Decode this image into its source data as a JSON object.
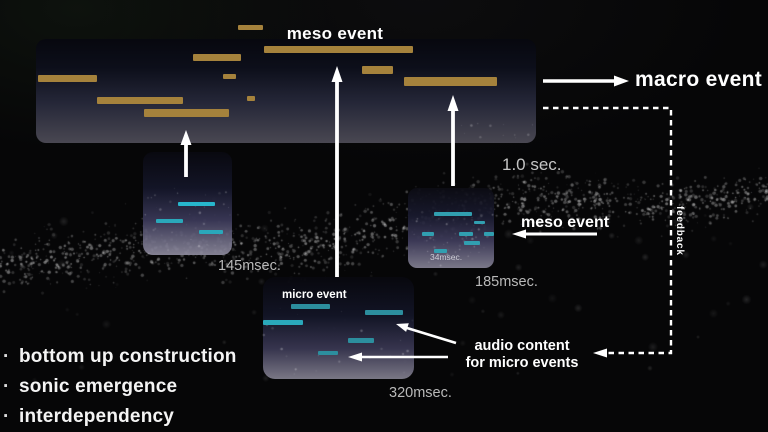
{
  "palette": {
    "gold": "#a5823c",
    "teal": "#2c8e9e",
    "teal2": "#319fb0",
    "cyan": "#27b6cc",
    "cyan2": "#2aa8ba"
  },
  "diagram": {
    "meso_event_top": "meso event",
    "macro_event": "macro event",
    "macro_duration": "1.0 sec.",
    "meso_event_right": "meso event",
    "micro_event": "micro event",
    "audio_content_line1": "audio content",
    "audio_content_line2": "for micro events",
    "feedback": "feedback",
    "durations": {
      "box_left": "145msec.",
      "box_mid": "185msec.",
      "box_mid_inner": "34msec.",
      "box_micro": "320msec."
    }
  },
  "bullets": [
    {
      "marker": "·",
      "label": "bottom up construction"
    },
    {
      "marker": "·",
      "label": "sonic emergence"
    },
    {
      "marker": "·",
      "label": "interdependency"
    }
  ],
  "note_groups": [
    {
      "name": "macro-box-notes",
      "color": "gold",
      "bars": [
        [
          238,
          25,
          25,
          5
        ],
        [
          264,
          46,
          149,
          7
        ],
        [
          193,
          54,
          48,
          7
        ],
        [
          223,
          74,
          13,
          5
        ],
        [
          362,
          66,
          31,
          8
        ],
        [
          404,
          77,
          93,
          9
        ],
        [
          38,
          75,
          59,
          7
        ],
        [
          97,
          97,
          86,
          7
        ],
        [
          247,
          96,
          8,
          5
        ],
        [
          144,
          109,
          85,
          8
        ]
      ]
    },
    {
      "name": "box-145-notes",
      "color": "teal",
      "bars": [
        [
          178,
          202,
          37,
          4,
          "cyan"
        ],
        [
          156,
          219,
          27,
          4,
          "cyan2"
        ],
        [
          199,
          230,
          24,
          4,
          "cyan2"
        ]
      ]
    },
    {
      "name": "box-185-notes",
      "color": "teal2",
      "bars": [
        [
          434,
          212,
          38,
          4
        ],
        [
          474,
          221,
          11,
          3
        ],
        [
          422,
          232,
          12,
          4
        ],
        [
          459,
          232,
          14,
          4
        ],
        [
          484,
          232,
          10,
          4
        ],
        [
          464,
          241,
          16,
          4
        ],
        [
          434,
          249,
          13,
          4
        ]
      ]
    },
    {
      "name": "micro-box-notes",
      "color": "teal",
      "bars": [
        [
          291,
          304,
          39,
          5
        ],
        [
          365,
          310,
          38,
          5
        ],
        [
          263,
          320,
          40,
          5,
          "cyan2"
        ],
        [
          348,
          338,
          26,
          5
        ],
        [
          318,
          351,
          20,
          4
        ]
      ]
    }
  ]
}
